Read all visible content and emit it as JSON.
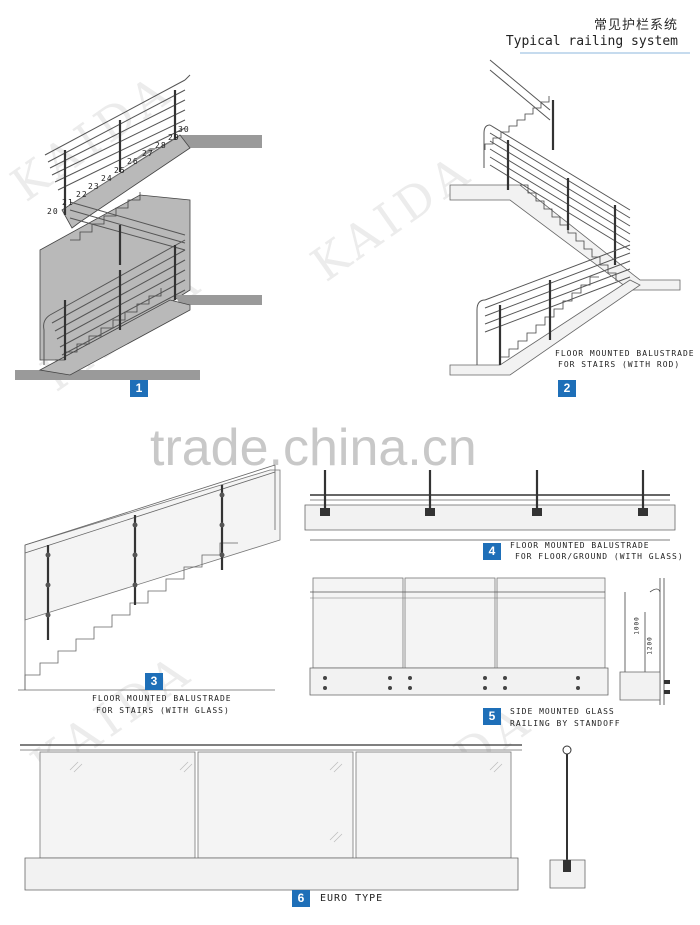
{
  "header": {
    "title_cn": "常见护栏系统",
    "title_en": "Typical railing system"
  },
  "watermarks": {
    "brand": "KAIDA",
    "site": "trade.china.cn"
  },
  "diagrams": [
    {
      "number": "1",
      "caption": ""
    },
    {
      "number": "2",
      "caption_line1": "Floor mounted balustrade",
      "caption_line2": "for stairs (with rod)"
    },
    {
      "number": "3",
      "caption_line1": "Floor mounted balustrade",
      "caption_line2": "for stairs (with glass)"
    },
    {
      "number": "4",
      "caption_line1": "Floor mounted balustrade",
      "caption_line2": "for floor/ground (with glass)"
    },
    {
      "number": "5",
      "caption_line1": "Side mounted glass",
      "caption_line2": "railing by standoff"
    },
    {
      "number": "6",
      "caption": "Euro type"
    }
  ],
  "step_numbers": [
    "20",
    "21",
    "22",
    "23",
    "24",
    "25",
    "26",
    "27",
    "28",
    "29",
    "30"
  ],
  "dims": {
    "d1": "1000",
    "d2": "1200"
  },
  "colors": {
    "badge": "#1e6fb8",
    "line": "#555555",
    "stair_fill": "#b9b9b9"
  }
}
